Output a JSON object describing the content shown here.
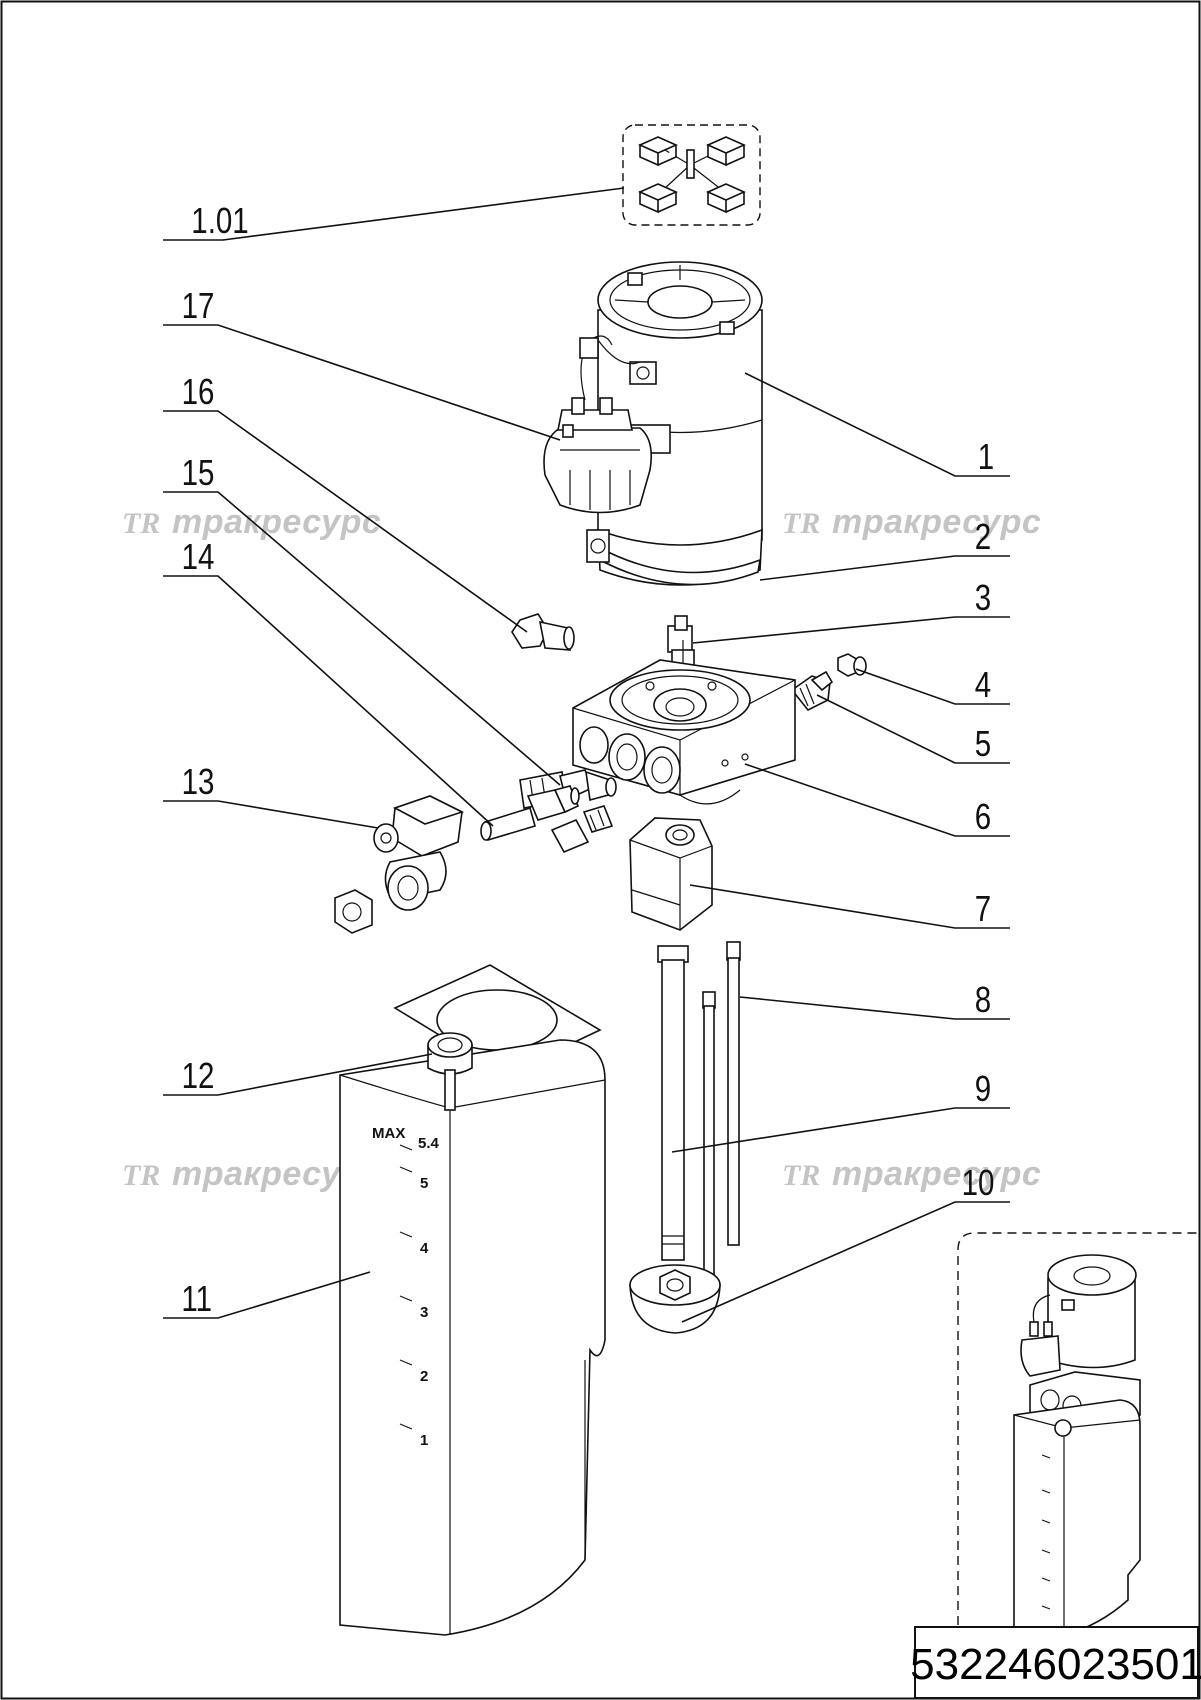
{
  "labels": [
    "1.01",
    "1",
    "2",
    "3",
    "4",
    "5",
    "6",
    "7",
    "8",
    "9",
    "10",
    "11",
    "12",
    "13",
    "14",
    "15",
    "16",
    "17"
  ],
  "watermark": {
    "logo": "TR",
    "text": "тракресурс"
  },
  "tank": {
    "max_mark": "MAX",
    "max_value": "5.4",
    "scale": [
      "5",
      "4",
      "3",
      "2",
      "1"
    ]
  },
  "drawing_number": "532246023501",
  "icons": {
    "detail_view": "assembled-unit-icon"
  }
}
